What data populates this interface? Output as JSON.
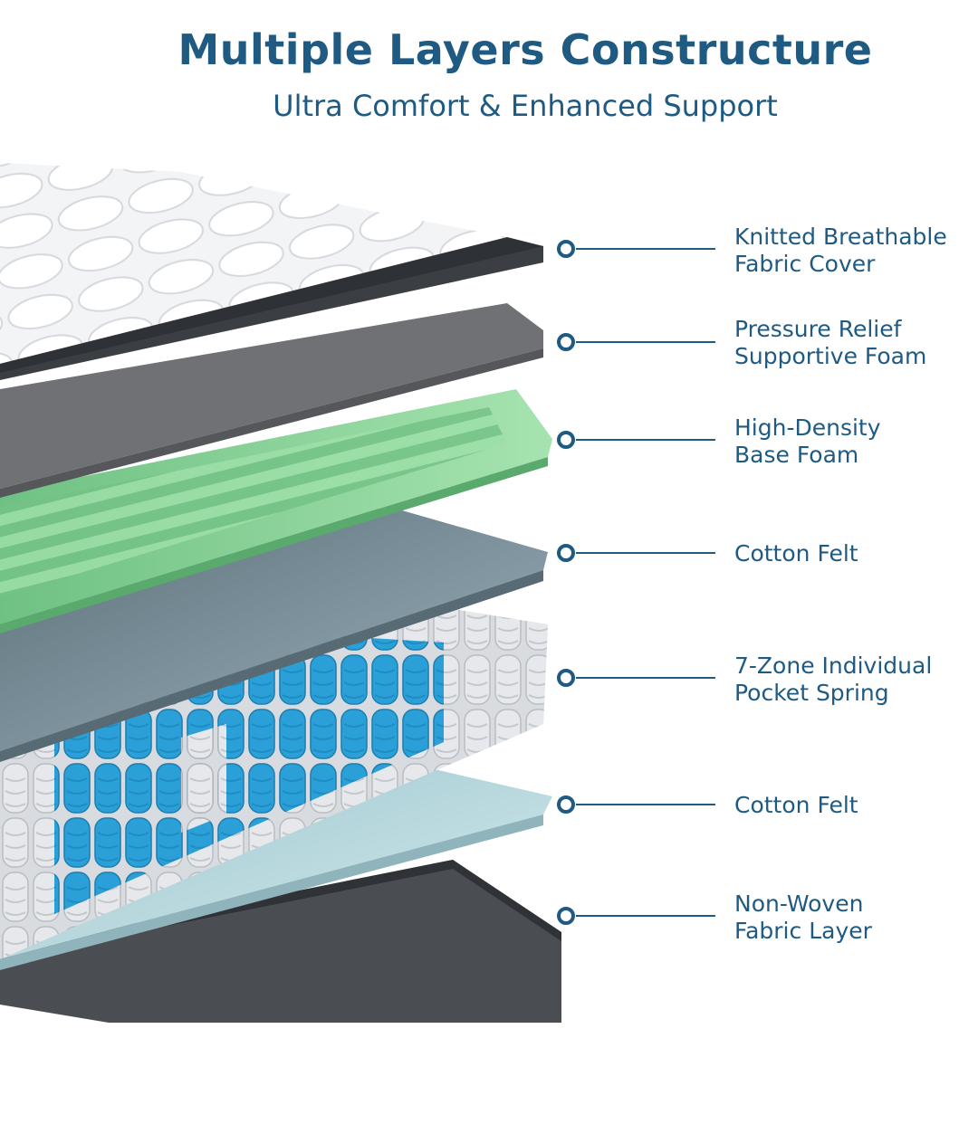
{
  "header": {
    "title": "Multiple Layers Constructure",
    "subtitle": "Ultra Comfort & Enhanced Support"
  },
  "layers": [
    {
      "line1": "Knitted Breathable",
      "line2": "Fabric Cover",
      "color": "#f4f5f7"
    },
    {
      "line1": "Pressure Relief",
      "line2": "Supportive Foam",
      "color": "#6f7175"
    },
    {
      "line1": "High-Density",
      "line2": "Base Foam",
      "color": "#8fd49a"
    },
    {
      "line1": "Cotton Felt",
      "line2": "",
      "color": "#7a939e"
    },
    {
      "line1": "7-Zone Individual",
      "line2": "Pocket Spring",
      "color": "#2a9fd8"
    },
    {
      "line1": "Cotton Felt",
      "line2": "",
      "color": "#b9d8de"
    },
    {
      "line1": "Non-Woven",
      "line2": "Fabric Layer",
      "color": "#4a4d52"
    }
  ],
  "colors": {
    "text": "#1f5a82",
    "leader": "#1f5a82"
  }
}
